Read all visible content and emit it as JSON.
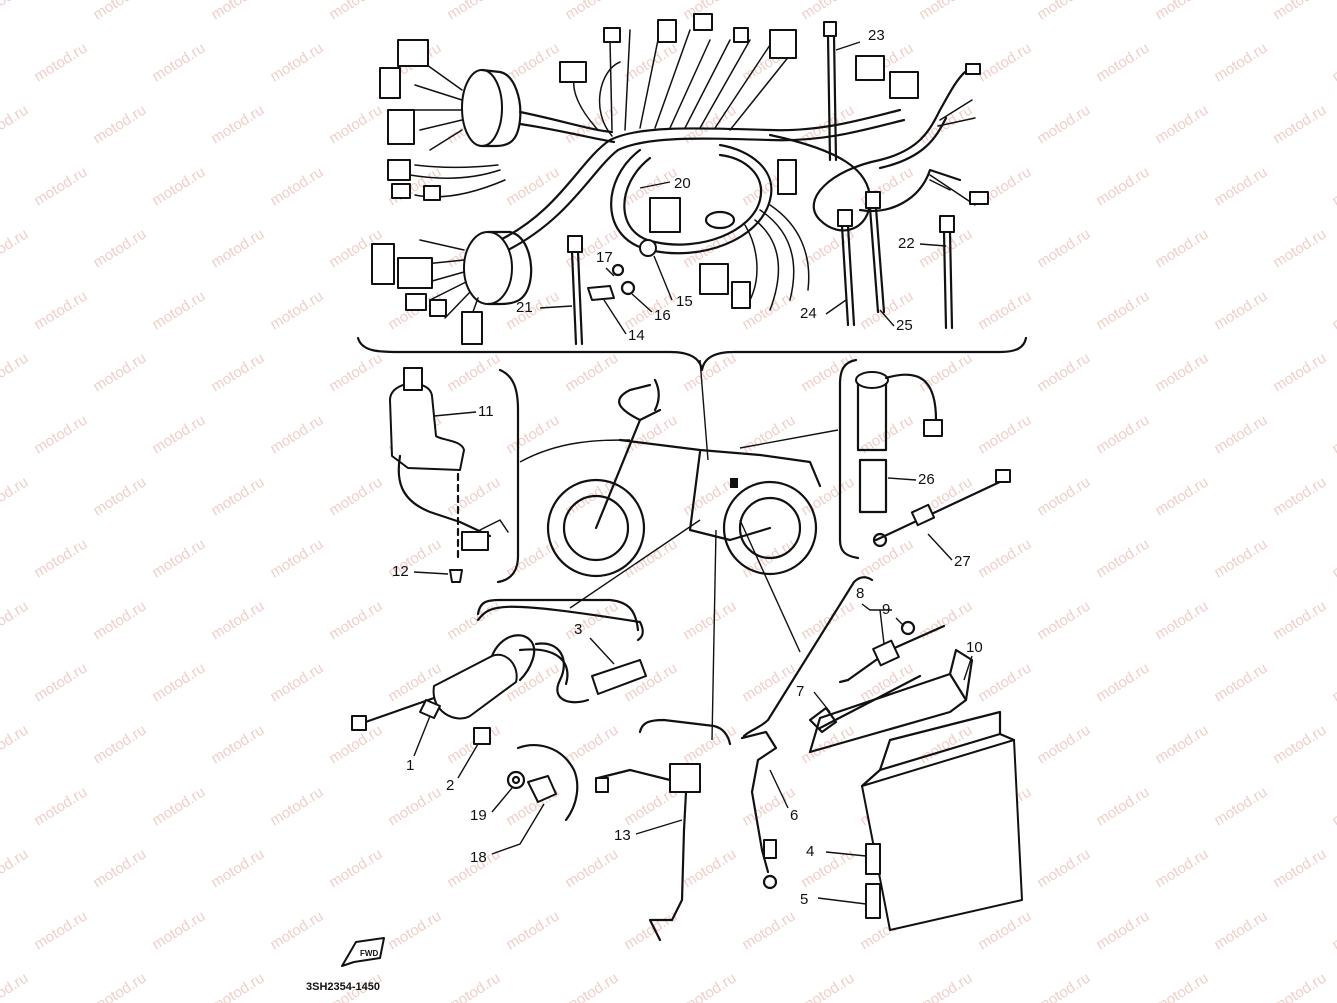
{
  "diagram": {
    "part_code": "3SH2354-1450",
    "watermark": "motod.ru",
    "front_arrow_label": "FWD",
    "colors": {
      "ink": "#111111",
      "watermark": "#e3a79c",
      "background": "#ffffff"
    },
    "callouts": {
      "c1": "1",
      "c2": "2",
      "c3": "3",
      "c4": "4",
      "c5": "5",
      "c6": "6",
      "c7": "7",
      "c8": "8",
      "c9": "9",
      "c10": "10",
      "c11": "11",
      "c12": "12",
      "c13": "13",
      "c14": "14",
      "c15": "15",
      "c16": "16",
      "c17": "17",
      "c18": "18",
      "c19": "19",
      "c20": "20",
      "c21": "21",
      "c22": "22",
      "c23": "23",
      "c24": "24",
      "c25": "25",
      "c26": "26",
      "c27": "27"
    }
  }
}
